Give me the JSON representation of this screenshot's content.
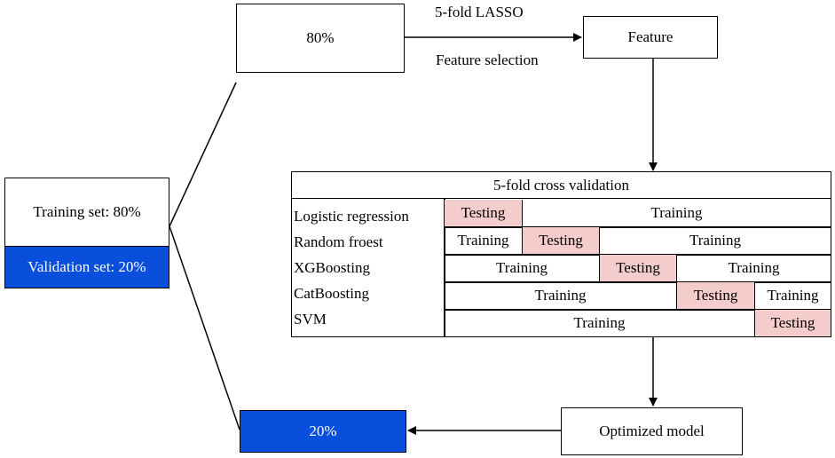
{
  "colors": {
    "blue": "#0a4fdc",
    "testing": "#f4cccc",
    "line": "#000000"
  },
  "training_set": {
    "label": "Training set: 80%"
  },
  "validation_set": {
    "label": "Validation set: 20%"
  },
  "split_80": {
    "label": "80%"
  },
  "split_20": {
    "label": "20%"
  },
  "lasso": {
    "top": "5-fold LASSO",
    "bottom": "Feature selection"
  },
  "feature": {
    "label": "Feature"
  },
  "cv": {
    "title": "5-fold cross validation",
    "rows": [
      {
        "label": "Logistic regression",
        "cells": [
          "Testing",
          "Training"
        ]
      },
      {
        "label": "Random froest",
        "cells": [
          "Training",
          "Testing",
          "Training"
        ]
      },
      {
        "label": "XGBoosting",
        "cells": [
          "Training",
          "Testing",
          "Training"
        ]
      },
      {
        "label": "CatBoosting",
        "cells": [
          "Training",
          "Testing",
          "Training"
        ]
      },
      {
        "label": "SVM",
        "cells": [
          "Training",
          "Testing"
        ]
      }
    ]
  },
  "optimized": {
    "label": "Optimized model"
  }
}
